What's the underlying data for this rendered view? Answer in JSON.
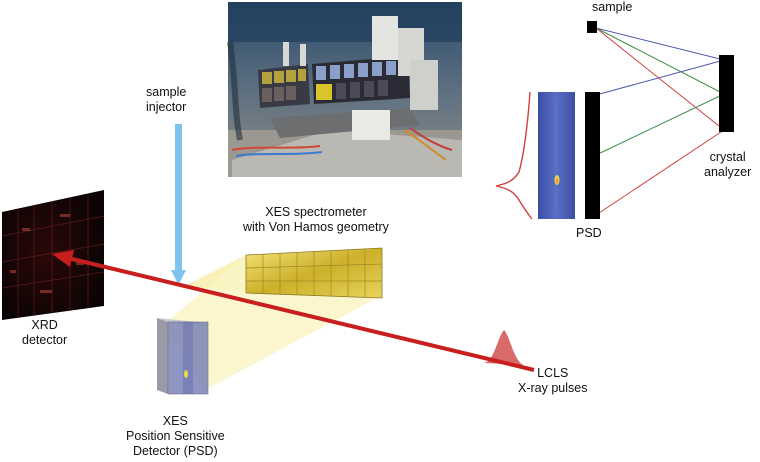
{
  "labels": {
    "sample": "sample",
    "sample_injector": [
      "sample",
      "injector"
    ],
    "crystal_analyzer": [
      "crystal",
      "analyzer"
    ],
    "psd": "PSD",
    "xes_spectrometer": [
      "XES spectrometer",
      "with Von Hamos geometry"
    ],
    "xrd_detector": [
      "XRD",
      "detector"
    ],
    "lcls": [
      "LCLS",
      "X-ray pulses"
    ],
    "xes_psd": [
      "XES",
      "Position Sensitive",
      "Detector (PSD)"
    ]
  },
  "colors": {
    "beam": "#c81e1e",
    "injector_arrow": "#7ec3ee",
    "xes_fan": "#f7f0a8",
    "crystal_gold": "#d8c23a",
    "psd_blue": "#4a5fb3",
    "ray_red": "#d04040",
    "ray_green": "#3f8f4a",
    "ray_blue": "#4a5ab0"
  }
}
